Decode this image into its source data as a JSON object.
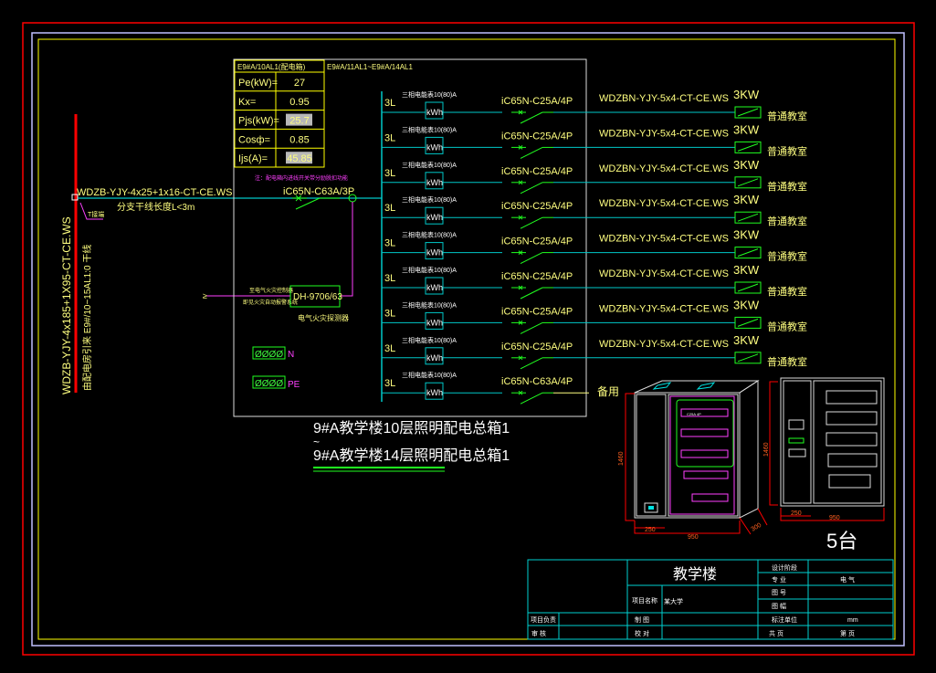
{
  "colors": {
    "background": "#000000",
    "frame_red": "#ff0000",
    "frame_lavender": "#c0c0ff",
    "frame_yellow": "#ffff00",
    "bus_cyan": "#00c8c8",
    "breaker_green": "#20ff20",
    "text_yellow": "#ffff80",
    "magenta": "#ff40ff"
  },
  "load_table": {
    "header": "E9#A/10AL1(配电箱)",
    "rows": [
      {
        "label": "Pe(kW)=",
        "value": "27"
      },
      {
        "label": "Kx=",
        "value": "0.95"
      },
      {
        "label": "Pjs(kW)=",
        "value": "25.7"
      },
      {
        "label": "Cosф=",
        "value": "0.85"
      },
      {
        "label": "Ijs(A)=",
        "value": "45.85"
      }
    ]
  },
  "box_range_label": "E9#A/11AL1~E9#A/14AL1",
  "incoming": {
    "cable": "WDZB-YJY-4x25+1x16-CT-CE.WS",
    "branch_note": "分支干线长度L<3m",
    "tap_label": "T接端",
    "main_breaker": "iC65N-C63A/3P",
    "note": "注：配电箱内进线开关带分励脱扣功能",
    "riser_cable": "WDZB-YJY-4x185+1X95-CT-CE.WS",
    "riser_note": "由配电房引来 E9#/10~15AL1:0 干线"
  },
  "fire_monitor": {
    "model": "DH-9706/63",
    "label": "电气火灾探测器",
    "note1": "至电气火灾控制器",
    "note2": "即见火灾自动报警系统",
    "arrow": "≥"
  },
  "terminals": {
    "n_label": "N",
    "pe_label": "PE",
    "symbol": "ØØØØ"
  },
  "circuits": [
    {
      "phase": "3L",
      "meter": "三相电能表10(80)A",
      "meter_box": "kWh",
      "breaker": "iC65N-C25A/4P",
      "cable": "WDZBN-YJY-5x4-CT-CE.WS",
      "power": "3KW",
      "load": "普通教室"
    },
    {
      "phase": "3L",
      "meter": "三相电能表10(80)A",
      "meter_box": "kWh",
      "breaker": "iC65N-C25A/4P",
      "cable": "WDZBN-YJY-5x4-CT-CE.WS",
      "power": "3KW",
      "load": "普通教室"
    },
    {
      "phase": "3L",
      "meter": "三相电能表10(80)A",
      "meter_box": "kWh",
      "breaker": "iC65N-C25A/4P",
      "cable": "WDZBN-YJY-5x4-CT-CE.WS",
      "power": "3KW",
      "load": "普通教室"
    },
    {
      "phase": "3L",
      "meter": "三相电能表10(80)A",
      "meter_box": "kWh",
      "breaker": "iC65N-C25A/4P",
      "cable": "WDZBN-YJY-5x4-CT-CE.WS",
      "power": "3KW",
      "load": "普通教室"
    },
    {
      "phase": "3L",
      "meter": "三相电能表10(80)A",
      "meter_box": "kWh",
      "breaker": "iC65N-C25A/4P",
      "cable": "WDZBN-YJY-5x4-CT-CE.WS",
      "power": "3KW",
      "load": "普通教室"
    },
    {
      "phase": "3L",
      "meter": "三相电能表10(80)A",
      "meter_box": "kWh",
      "breaker": "iC65N-C25A/4P",
      "cable": "WDZBN-YJY-5x4-CT-CE.WS",
      "power": "3KW",
      "load": "普通教室"
    },
    {
      "phase": "3L",
      "meter": "三相电能表10(80)A",
      "meter_box": "kWh",
      "breaker": "iC65N-C25A/4P",
      "cable": "WDZBN-YJY-5x4-CT-CE.WS",
      "power": "3KW",
      "load": "普通教室"
    },
    {
      "phase": "3L",
      "meter": "三相电能表10(80)A",
      "meter_box": "kWh",
      "breaker": "iC65N-C25A/4P",
      "cable": "WDZBN-YJY-5x4-CT-CE.WS",
      "power": "3KW",
      "load": "普通教室"
    },
    {
      "phase": "3L",
      "meter": "三相电能表10(80)A",
      "meter_box": "kWh",
      "breaker": "iC65N-C63A/4P",
      "cable": "",
      "power": "",
      "load": "备用"
    }
  ],
  "box_title": {
    "line1": "9#A教学楼10层照明配电总箱1",
    "tilde": "~",
    "line2": "9#A教学楼14层照明配电总箱1"
  },
  "elevation": {
    "dim_height_front": "1460",
    "dim_width_left": "250",
    "dim_width_total": "950",
    "dim_depth": "300",
    "dim_height_side": "1460",
    "dim_side_left": "250",
    "dim_side_total": "950",
    "quantity": "5台",
    "breaker_tag": "C25A 4P"
  },
  "title_block": {
    "project": "教学楼",
    "project_name_label": "项目名称",
    "project_name_value": "某大学",
    "project_lead": "项目负责",
    "review": "审 核",
    "drawn": "制 图",
    "checked": "校 对",
    "design_stage": "设计阶段",
    "discipline_label": "专 业",
    "discipline_value": "电 气",
    "drawing_no": "图 号",
    "scale": "图 幅",
    "standard": "标注单位",
    "standard_value": "mm",
    "sheet": "共 页",
    "sheet_value": "第 页"
  }
}
